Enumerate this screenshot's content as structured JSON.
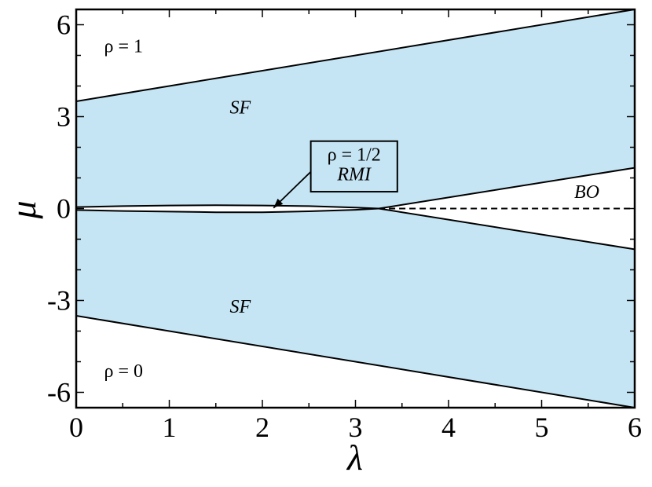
{
  "chart_data": {
    "type": "area",
    "xlabel": "λ",
    "ylabel": "μ",
    "xlim": [
      0,
      6
    ],
    "ylim": [
      -6.5,
      6.5
    ],
    "x_ticks": [
      "0",
      "1",
      "2",
      "3",
      "4",
      "5",
      "6"
    ],
    "y_ticks": [
      "-6",
      "-3",
      "0",
      "3",
      "6"
    ],
    "fill_color": "#c5e5f4",
    "series": [
      {
        "role": "upper_sf_boundary",
        "style": "solid",
        "points": [
          [
            0,
            3.5
          ],
          [
            6,
            6.5
          ]
        ]
      },
      {
        "role": "lower_sf_boundary",
        "style": "solid",
        "points": [
          [
            0,
            -3.5
          ],
          [
            6,
            -6.5
          ]
        ]
      },
      {
        "role": "lobe_upper",
        "style": "solid",
        "points": [
          [
            0,
            0.05
          ],
          [
            0.5,
            0.08
          ],
          [
            1,
            0.1
          ],
          [
            1.5,
            0.11
          ],
          [
            2,
            0.1
          ],
          [
            2.5,
            0.08
          ],
          [
            3,
            0.03
          ],
          [
            3.25,
            0
          ]
        ]
      },
      {
        "role": "lobe_lower",
        "style": "solid",
        "points": [
          [
            0,
            -0.05
          ],
          [
            0.5,
            -0.08
          ],
          [
            1,
            -0.1
          ],
          [
            1.5,
            -0.12
          ],
          [
            2,
            -0.12
          ],
          [
            2.5,
            -0.09
          ],
          [
            3,
            -0.04
          ],
          [
            3.25,
            0
          ]
        ]
      },
      {
        "role": "bo_upper",
        "style": "solid",
        "points": [
          [
            3.25,
            0
          ],
          [
            6,
            1.33
          ]
        ]
      },
      {
        "role": "bo_lower",
        "style": "solid",
        "points": [
          [
            3.25,
            0
          ],
          [
            6,
            -1.33
          ]
        ]
      },
      {
        "role": "bo_midline",
        "style": "dashed",
        "points": [
          [
            3.25,
            0
          ],
          [
            6,
            0
          ]
        ]
      }
    ],
    "annotations": [
      {
        "rho": "ρ = 1",
        "x": 0.3,
        "y": 5.1
      },
      {
        "phase": "SF",
        "x": 1.65,
        "y": 3.1
      },
      {
        "phase": "SF",
        "x": 1.65,
        "y": -3.4
      },
      {
        "rho": "ρ = 0",
        "x": 0.3,
        "y": -5.5
      },
      {
        "phase": "BO",
        "x": 5.35,
        "y": 0.35
      }
    ],
    "callout": {
      "line1": "ρ = 1/2",
      "line2": "RMI",
      "box": {
        "x0": 2.52,
        "x1": 3.45,
        "y0": 0.55,
        "y1": 2.2
      },
      "arrow_from": [
        2.52,
        1.2
      ],
      "arrow_to": [
        2.12,
        0.02
      ]
    }
  }
}
